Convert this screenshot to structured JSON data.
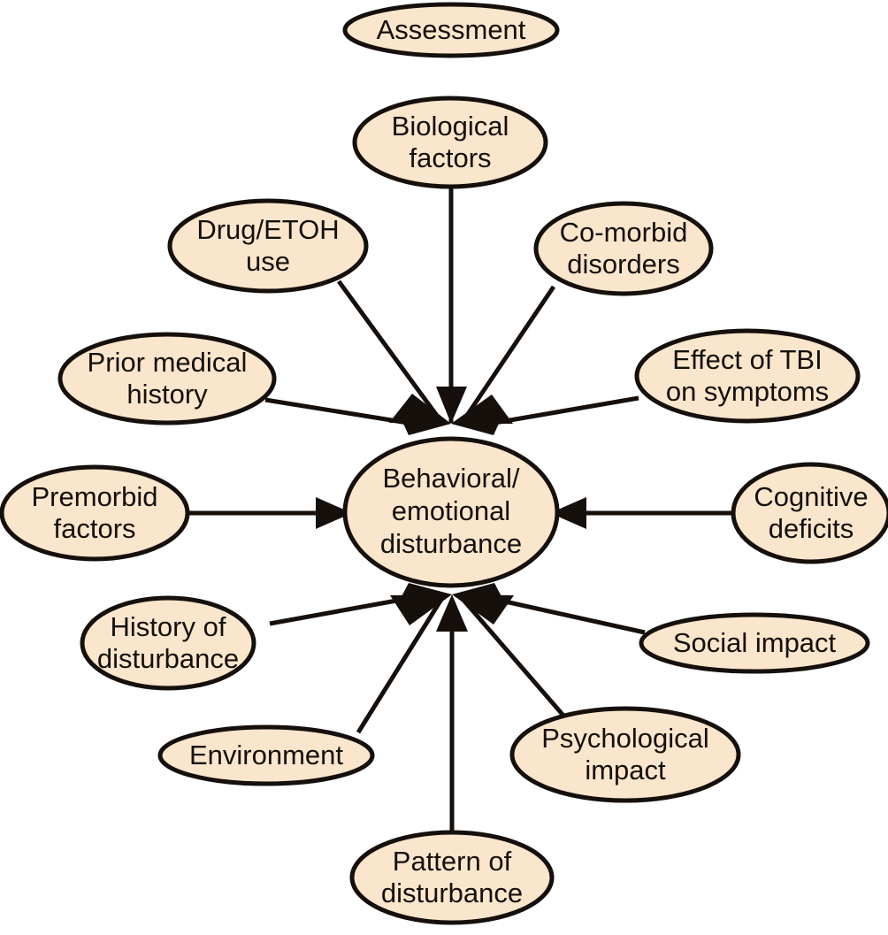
{
  "diagram": {
    "title": "Behavioral/emotional disturbance concept map",
    "type": "radial concept map",
    "background_color": "#FFFFFF",
    "node_fill_color": "#FAE6CC",
    "node_stroke_color": "#16100C",
    "text_color": "#16100C"
  },
  "center_node": {
    "id": "center",
    "line1": "Behavioral/",
    "line2": "emotional",
    "line3": "disturbance",
    "full_label": "Behavioral/ emotional disturbance"
  },
  "nodes": [
    {
      "id": "assessment",
      "line1": "Assessment",
      "line2": "",
      "full_label": "Assessment",
      "connected_to_center": false
    },
    {
      "id": "biological-factors",
      "line1": "Biological",
      "line2": "factors",
      "full_label": "Biological factors",
      "connected_to_center": true
    },
    {
      "id": "drug-etoh-use",
      "line1": "Drug/ETOH",
      "line2": "use",
      "full_label": "Drug/ETOH use",
      "connected_to_center": true
    },
    {
      "id": "co-morbid-disorders",
      "line1": "Co-morbid",
      "line2": "disorders",
      "full_label": "Co-morbid disorders",
      "connected_to_center": true
    },
    {
      "id": "prior-medical-history",
      "line1": "Prior medical",
      "line2": "history",
      "full_label": "Prior medical history",
      "connected_to_center": true
    },
    {
      "id": "effect-of-tbi-on-symptoms",
      "line1": "Effect of TBI",
      "line2": "on symptoms",
      "full_label": "Effect of TBI on symptoms",
      "connected_to_center": true
    },
    {
      "id": "premorbid-factors",
      "line1": "Premorbid",
      "line2": "factors",
      "full_label": "Premorbid factors",
      "connected_to_center": true
    },
    {
      "id": "cognitive-deficits",
      "line1": "Cognitive",
      "line2": "deficits",
      "full_label": "Cognitive deficits",
      "connected_to_center": true
    },
    {
      "id": "history-of-disturbance",
      "line1": "History of",
      "line2": "disturbance",
      "full_label": "History of disturbance",
      "connected_to_center": true
    },
    {
      "id": "social-impact",
      "line1": "Social impact",
      "line2": "",
      "full_label": "Social impact",
      "connected_to_center": true
    },
    {
      "id": "environment",
      "line1": "Environment",
      "line2": "",
      "full_label": "Environment",
      "connected_to_center": true
    },
    {
      "id": "psychological-impact",
      "line1": "Psychological",
      "line2": "impact",
      "full_label": "Psychological impact",
      "connected_to_center": true
    },
    {
      "id": "pattern-of-disturbance",
      "line1": "Pattern of",
      "line2": "disturbance",
      "full_label": "Pattern of disturbance",
      "connected_to_center": true
    }
  ]
}
